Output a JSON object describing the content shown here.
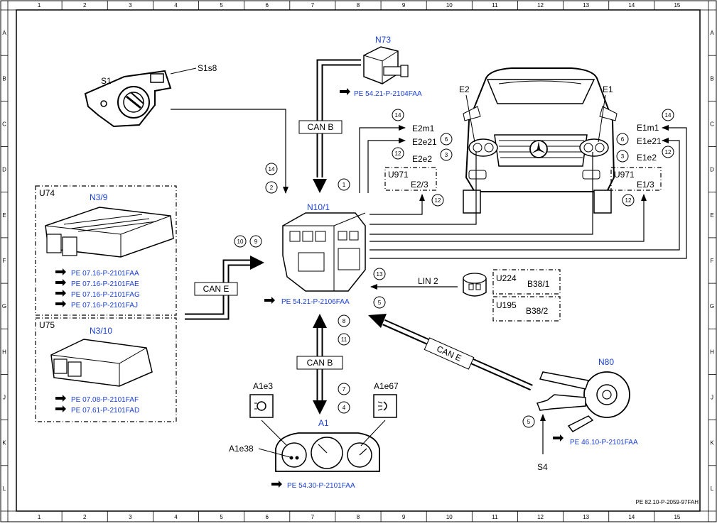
{
  "frame": {
    "columns": [
      "1",
      "2",
      "3",
      "4",
      "5",
      "6",
      "7",
      "8",
      "9",
      "10",
      "11",
      "12",
      "13",
      "14",
      "15"
    ],
    "rows": [
      "A",
      "B",
      "C",
      "D",
      "E",
      "F",
      "G",
      "H",
      "J",
      "K",
      "L"
    ],
    "doc_id": "PE 82.10-P-2059-97FAH"
  },
  "components": {
    "n73": {
      "name": "N73",
      "ref": "PE 54.21-P-2104FAA"
    },
    "s1": {
      "name": "S1"
    },
    "s1s8": {
      "name": "S1s8"
    },
    "n10": {
      "name": "N10/1",
      "ref": "PE 54.21-P-2106FAA"
    },
    "u74": {
      "group": "U74",
      "name": "N3/9",
      "refs": [
        "PE 07.16-P-2101FAA",
        "PE 07.16-P-2101FAE",
        "PE 07.16-P-2101FAG",
        "PE 07.16-P-2101FAJ"
      ]
    },
    "u75": {
      "group": "U75",
      "name": "N3/10",
      "refs": [
        "PE 07.08-P-2101FAF",
        "PE 07.61-P-2101FAD"
      ]
    },
    "a1": {
      "name": "A1",
      "ref": "PE 54.30-P-2101FAA",
      "a1e3": "A1e3",
      "a1e67": "A1e67",
      "a1e38": "A1e38"
    },
    "n80": {
      "name": "N80",
      "ref": "PE 46.10-P-2101FAA"
    },
    "s4": {
      "name": "S4"
    },
    "e1": {
      "name": "E1"
    },
    "e2": {
      "name": "E2"
    },
    "left_lamp": {
      "e2m1": "E2m1",
      "e2e21": "E2e21",
      "e2e2": "E2e2",
      "u971": "U971",
      "e23": "E2/3"
    },
    "right_lamp": {
      "e1m1": "E1m1",
      "e1e21": "E1e21",
      "e1e2": "E1e2",
      "u971": "U971",
      "e13": "E1/3"
    },
    "b38": {
      "u224": "U224",
      "b381": "B38/1",
      "u195": "U195",
      "b382": "B38/2"
    }
  },
  "buses": {
    "can_b_top": "CAN B",
    "can_b_bottom": "CAN B",
    "can_e_left": "CAN E",
    "can_e_diag": "CAN E",
    "lin2": "LIN 2"
  },
  "markers": {
    "m14a": "14",
    "m2a": "2",
    "m1": "1",
    "m10": "10",
    "m9": "9",
    "m8": "8",
    "m11": "11",
    "m7": "7",
    "m4": "4",
    "m13": "13",
    "m5a": "5",
    "m5b": "5",
    "l14": "14",
    "l6": "6",
    "l12a": "12",
    "l3": "3",
    "l12b": "12",
    "r14": "14",
    "r6": "6",
    "r3": "3",
    "r12a": "12",
    "r12b": "12"
  },
  "colors": {
    "accent": "#1a3fd6",
    "line": "#000000"
  }
}
